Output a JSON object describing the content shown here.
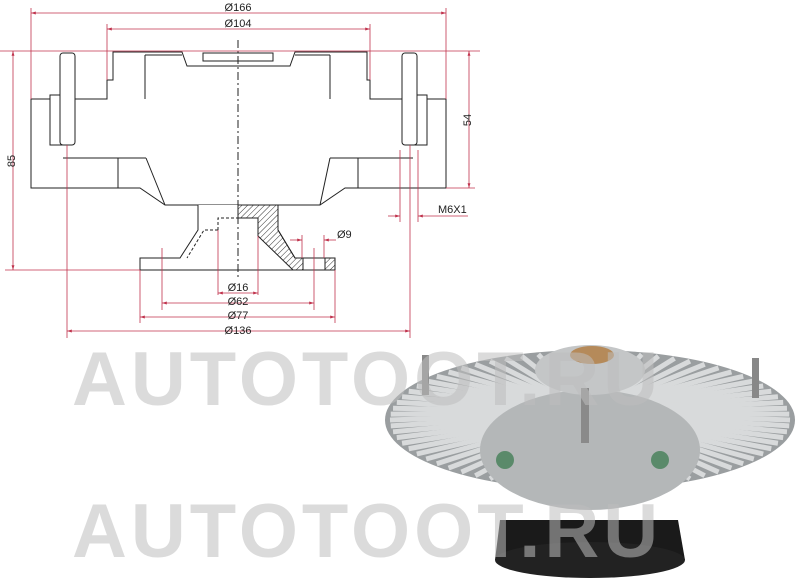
{
  "watermark": {
    "top": "AUTOTOOT.RU",
    "bottom": "AUTOTOOT.RU"
  },
  "dimensions": {
    "outer_diameter": "Ø166",
    "body_diameter": "Ø104",
    "total_height": "85",
    "body_height": "54",
    "stud_thread": "M6X1",
    "bolt_hole": "Ø9",
    "bore": "Ø16",
    "pilot": "Ø62",
    "bolt_circle": "Ø77",
    "stud_circle": "Ø136"
  },
  "colors": {
    "dimension_line": "#c0334d",
    "outline": "#222222",
    "watermark": "#bebebe"
  }
}
